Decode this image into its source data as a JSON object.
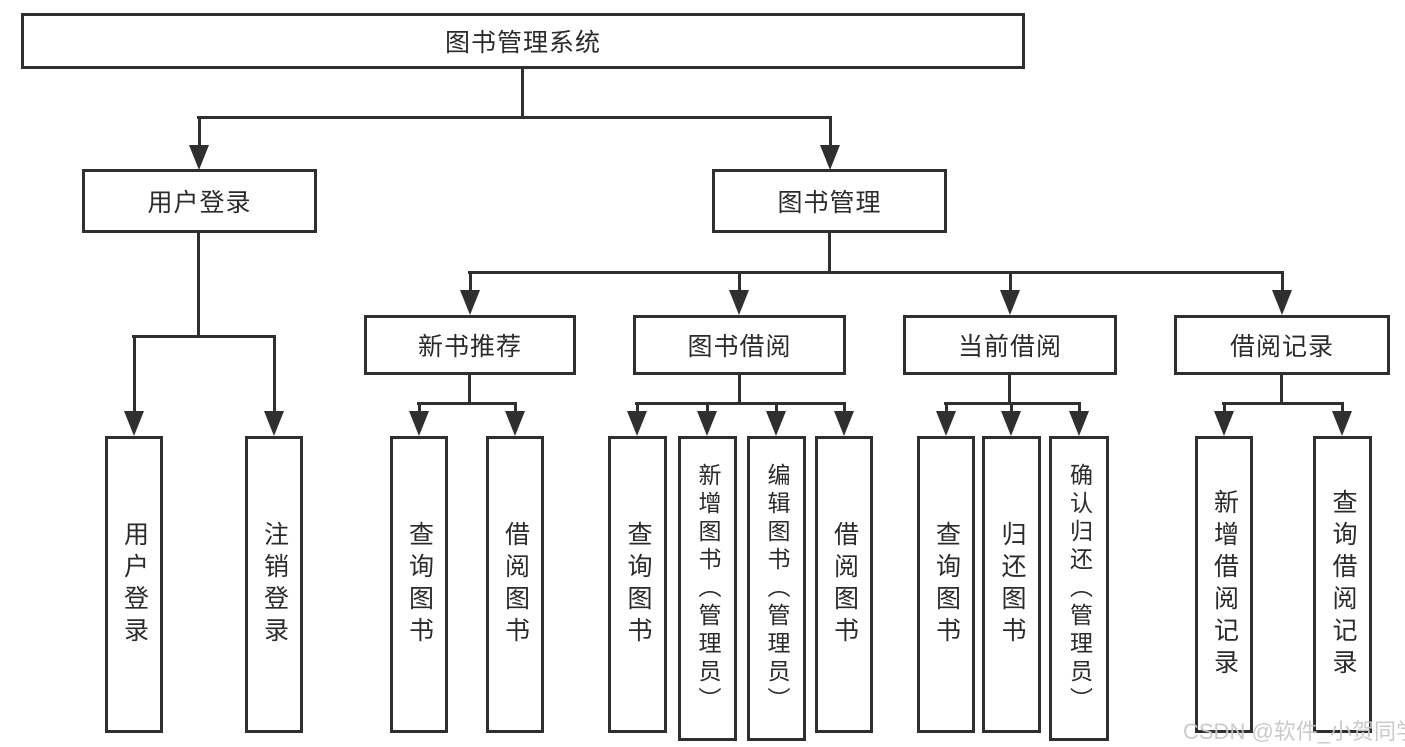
{
  "diagram": {
    "type": "tree",
    "nodes": {
      "root": {
        "label": "图书管理系统"
      },
      "level2": [
        {
          "label": "用户登录"
        },
        {
          "label": "图书管理"
        }
      ],
      "level3": [
        {
          "label": "新书推荐",
          "parent": "图书管理"
        },
        {
          "label": "图书借阅",
          "parent": "图书管理"
        },
        {
          "label": "当前借阅",
          "parent": "图书管理"
        },
        {
          "label": "借阅记录",
          "parent": "图书管理"
        }
      ],
      "leaves": [
        {
          "label": "用户登录",
          "parent": "用户登录"
        },
        {
          "label": "注销登录",
          "parent": "用户登录"
        },
        {
          "label": "查询图书",
          "parent": "新书推荐"
        },
        {
          "label": "借阅图书",
          "parent": "新书推荐"
        },
        {
          "label": "查询图书",
          "parent": "图书借阅"
        },
        {
          "label": "新增图书（管理员）",
          "parent": "图书借阅"
        },
        {
          "label": "编辑图书（管理员）",
          "parent": "图书借阅"
        },
        {
          "label": "借阅图书",
          "parent": "图书借阅"
        },
        {
          "label": "查询图书",
          "parent": "当前借阅"
        },
        {
          "label": "归还图书",
          "parent": "当前借阅"
        },
        {
          "label": "确认归还（管理员）",
          "parent": "当前借阅"
        },
        {
          "label": "新增借阅记录",
          "parent": "借阅记录"
        },
        {
          "label": "查询借阅记录",
          "parent": "借阅记录"
        }
      ]
    },
    "colors": {
      "line": "#2f2f2f",
      "text": "#2b2b2b",
      "background": "#ffffff",
      "watermark_color": "#c8c8c8"
    }
  },
  "watermark": "CSDN @软件_小贺同学"
}
